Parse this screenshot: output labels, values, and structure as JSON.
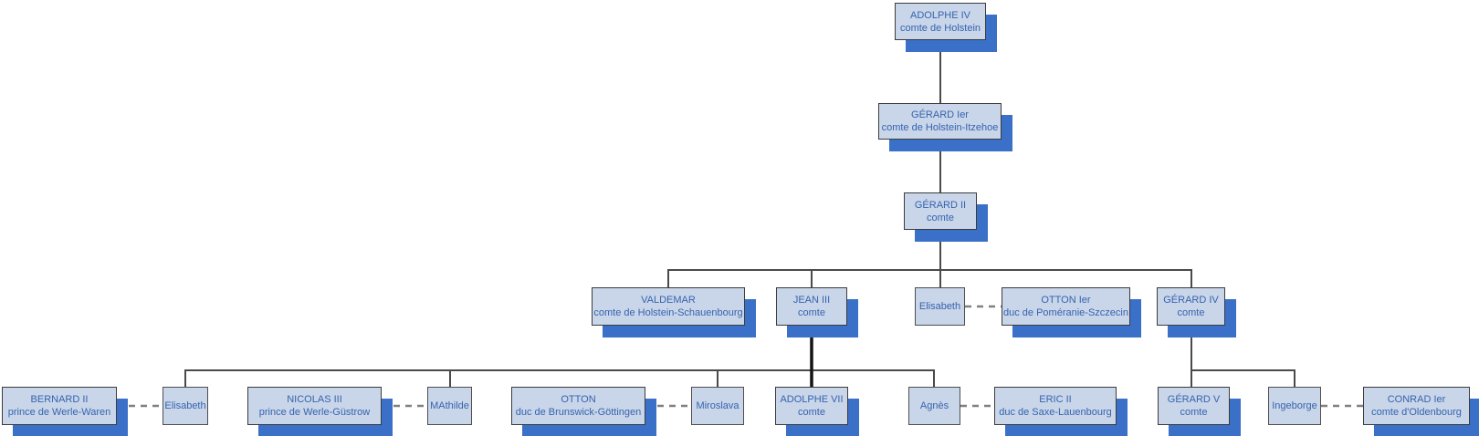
{
  "colors": {
    "box_fill": "#C9D5E8",
    "box_border": "#3C3C3C",
    "box_shadow": "#3A70C8",
    "text": "#3564B0",
    "descent_line": "#4A4A4A",
    "descent_line_bold": "#141414",
    "marriage_line": "#808080"
  },
  "nodes": [
    {
      "name": "ADOLPHE IV",
      "title": "comte de Holstein"
    },
    {
      "name": "GÉRARD Ier",
      "title": "comte de Holstein-Itzehoe"
    },
    {
      "name": "GÉRARD II",
      "title": "comte"
    },
    {
      "name": "VALDEMAR",
      "title": "comte de Holstein-Schauenbourg"
    },
    {
      "name": "JEAN III",
      "title": "comte"
    },
    {
      "name": "Elisabeth"
    },
    {
      "name": "OTTON Ier",
      "title": "duc de Poméranie-Szczecin"
    },
    {
      "name": "GÉRARD IV",
      "title": "comte"
    },
    {
      "name": "BERNARD II",
      "title": "prince de Werle-Waren"
    },
    {
      "name": "Elisabeth"
    },
    {
      "name": "NICOLAS III",
      "title": "prince de Werle-Güstrow"
    },
    {
      "name": "MAthilde"
    },
    {
      "name": "OTTON",
      "title": "duc de Brunswick-Göttingen"
    },
    {
      "name": "Miroslava"
    },
    {
      "name": "ADOLPHE VII",
      "title": "comte"
    },
    {
      "name": "Agnès"
    },
    {
      "name": "ERIC II",
      "title": "duc de Saxe-Lauenbourg"
    },
    {
      "name": "GÉRARD V",
      "title": "comte"
    },
    {
      "name": "Ingeborge"
    },
    {
      "name": "CONRAD Ier",
      "title": "comte d'Oldenbourg"
    }
  ]
}
